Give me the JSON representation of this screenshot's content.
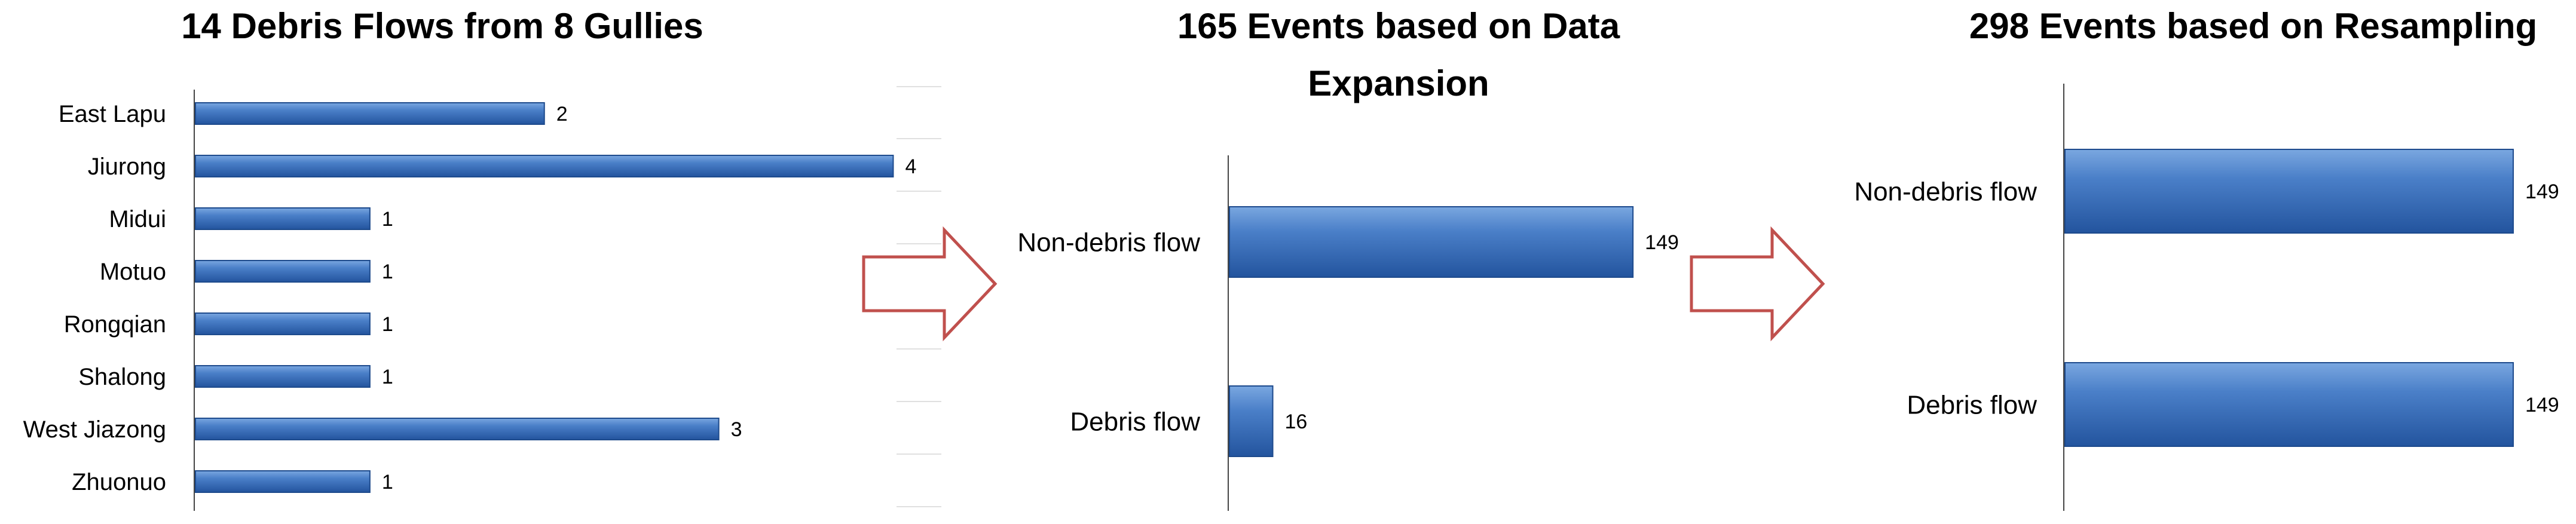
{
  "colors": {
    "bar_light": "#7aa7e0",
    "bar_mid": "#4a7fc8",
    "bar_dark": "#23549e",
    "bar_edge": "#1d4a8c",
    "axis": "#444444",
    "arrow": "#c0504d",
    "grid": "#e0e0e0"
  },
  "chart_data": [
    {
      "type": "bar",
      "orientation": "horizontal",
      "title": "14 Debris Flows from 8 Gullies",
      "categories": [
        "East Lapu",
        "Jiurong",
        "Midui",
        "Motuo",
        "Rongqian",
        "Shalong",
        "West Jiazong",
        "Zhuonuo"
      ],
      "values": [
        2,
        4,
        1,
        1,
        1,
        1,
        3,
        1
      ],
      "xlim": [
        0,
        4.3
      ],
      "grid": true
    },
    {
      "type": "bar",
      "orientation": "horizontal",
      "title": "165 Events based on Data Expansion",
      "categories": [
        "Non-debris flow",
        "Debris flow"
      ],
      "values": [
        149,
        16
      ],
      "xlim": [
        0,
        160
      ],
      "grid": false
    },
    {
      "type": "bar",
      "orientation": "horizontal",
      "title": "298 Events based on Resampling",
      "categories": [
        "Non-debris flow",
        "Debris flow"
      ],
      "values": [
        149,
        149
      ],
      "xlim": [
        0,
        150
      ],
      "grid": false
    }
  ],
  "arrows": [
    {
      "name": "right-arrow",
      "icon": "outlined-right-arrow"
    },
    {
      "name": "right-arrow",
      "icon": "outlined-right-arrow"
    }
  ]
}
